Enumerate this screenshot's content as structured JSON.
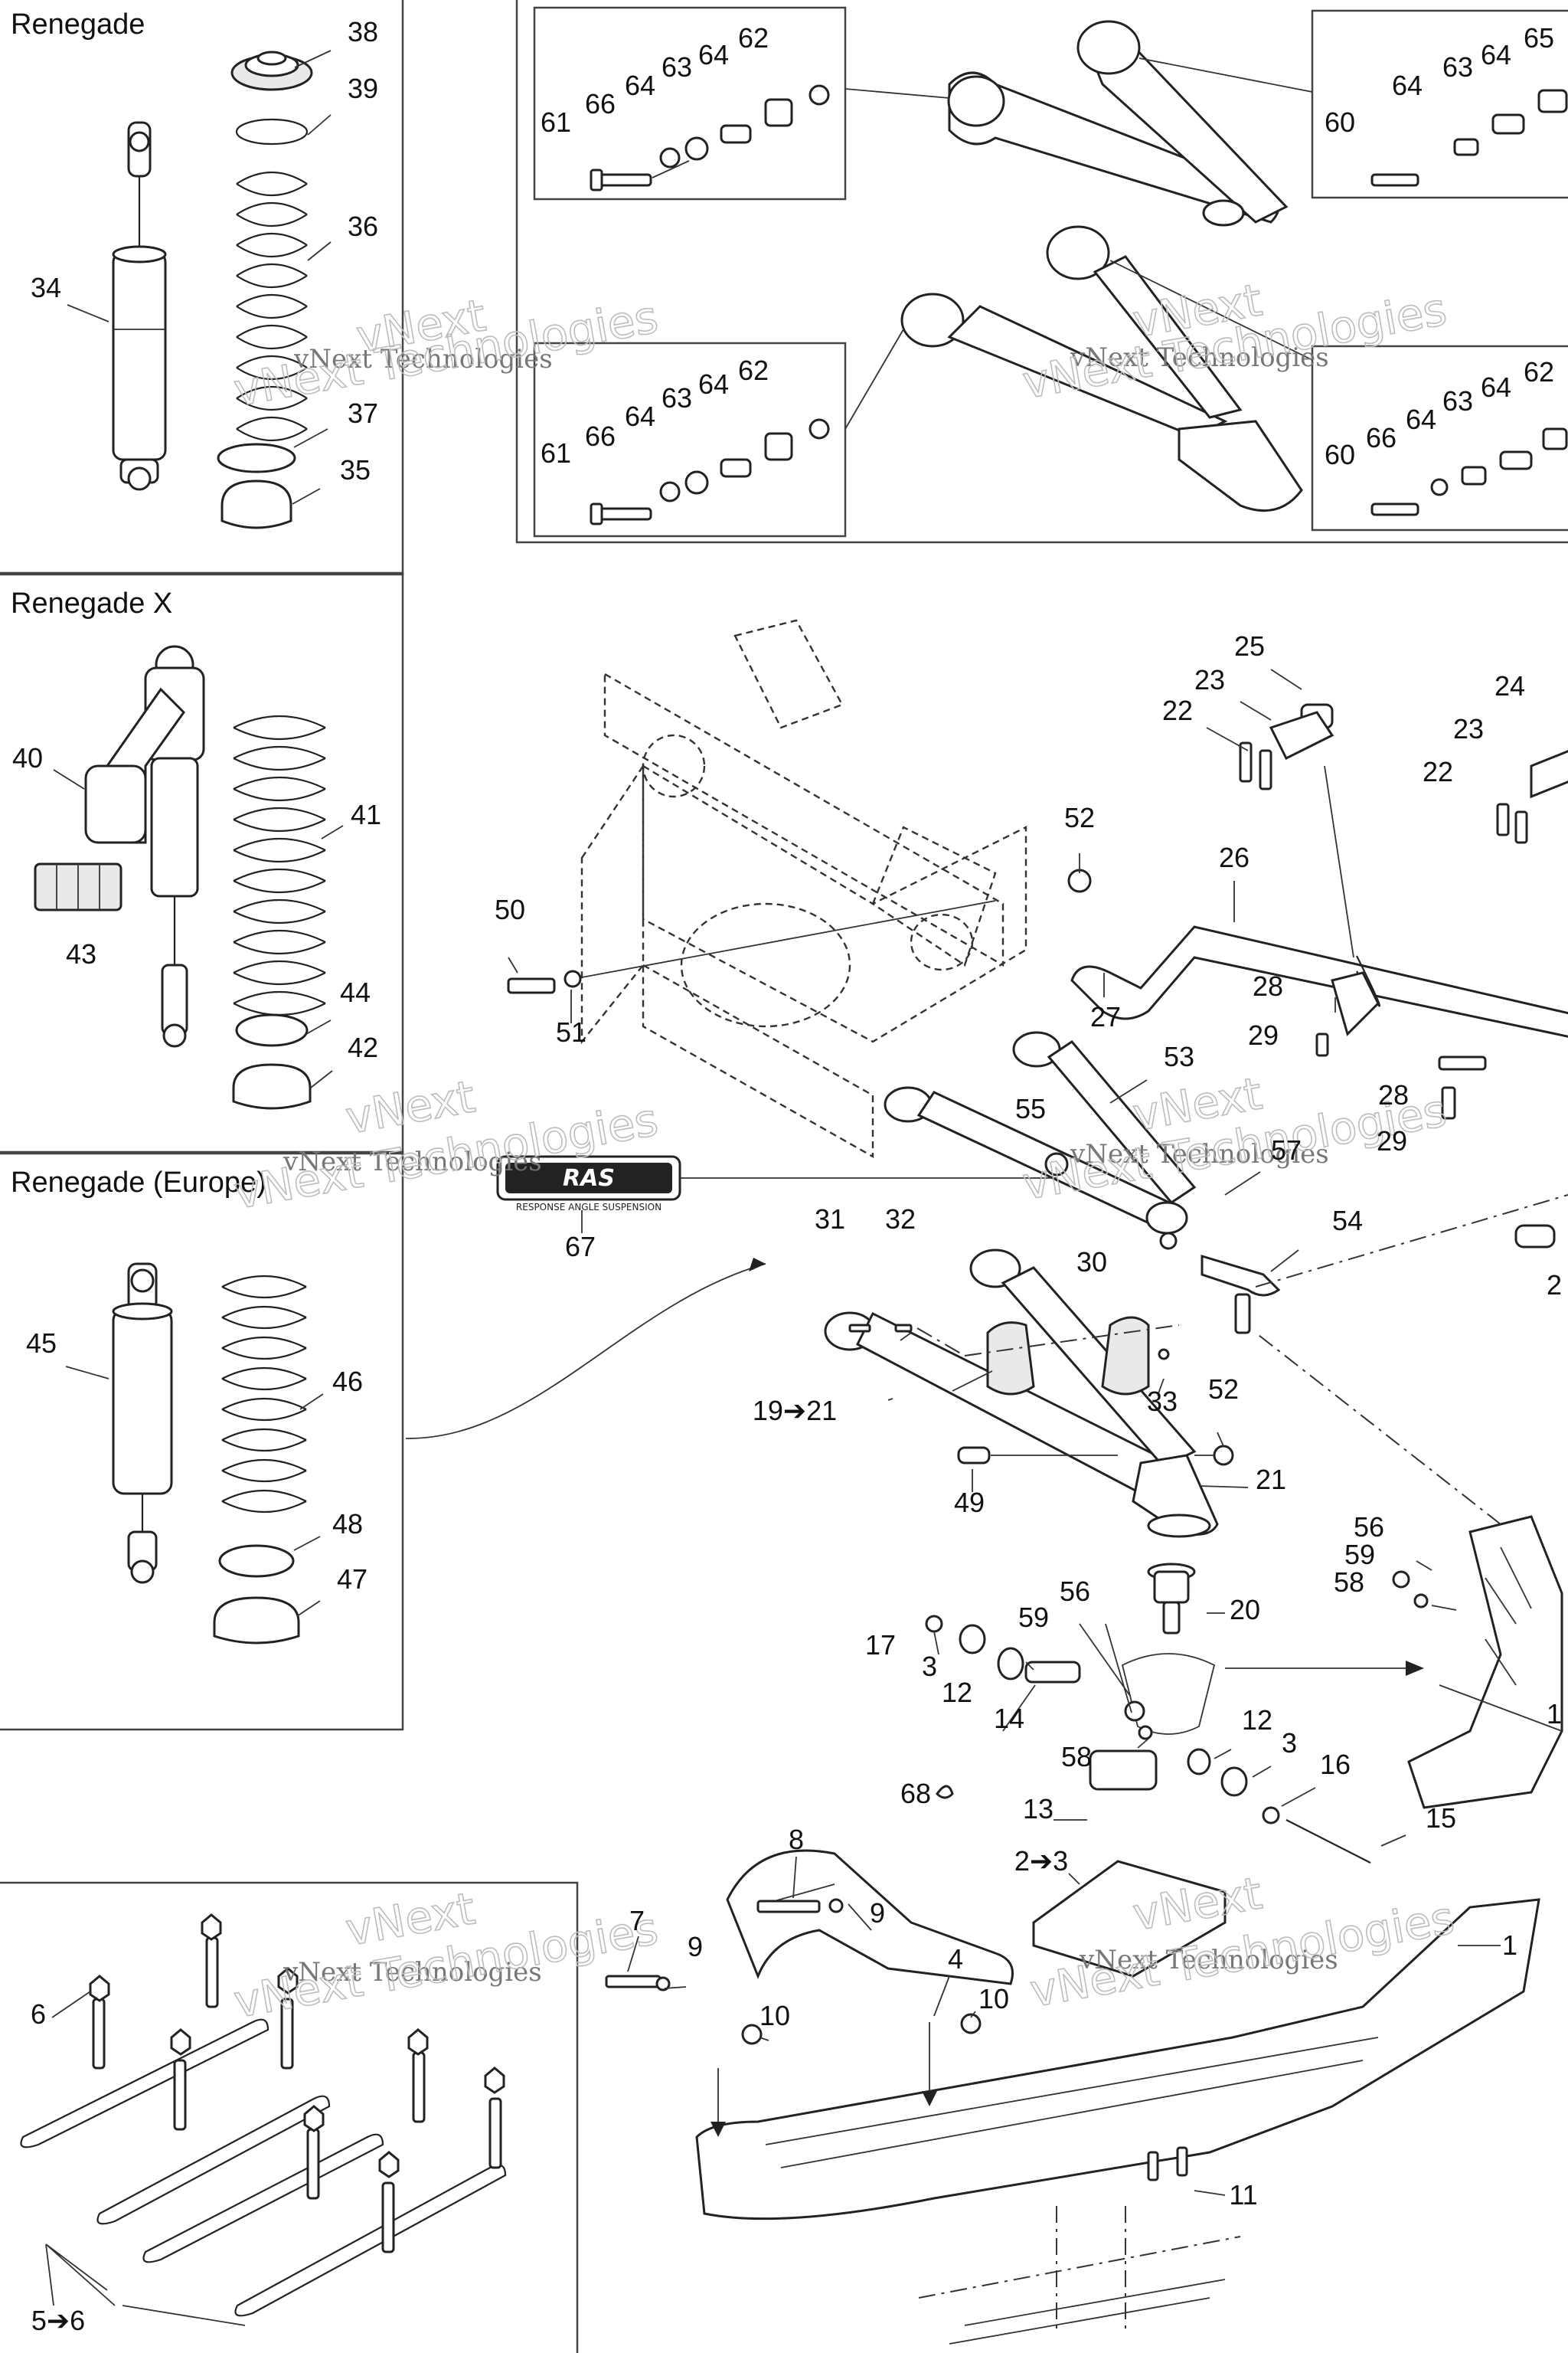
{
  "panels": {
    "renegade": "Renegade",
    "renegade_x": "Renegade X",
    "renegade_europe": "Renegade (Europe)"
  },
  "watermark": {
    "small": "vNext Technologies",
    "large": "vNext Technologies",
    "top": "vNext"
  },
  "logo": {
    "mark": "RAS",
    "tagline": "RESPONSE ANGLE SUSPENSION"
  },
  "callouts": [
    {
      "id": "c38",
      "text": "38"
    },
    {
      "id": "c39",
      "text": "39"
    },
    {
      "id": "c36",
      "text": "36"
    },
    {
      "id": "c34",
      "text": "34"
    },
    {
      "id": "c37",
      "text": "37"
    },
    {
      "id": "c35",
      "text": "35"
    },
    {
      "id": "c40",
      "text": "40"
    },
    {
      "id": "c41",
      "text": "41"
    },
    {
      "id": "c43",
      "text": "43"
    },
    {
      "id": "c44",
      "text": "44"
    },
    {
      "id": "c42",
      "text": "42"
    },
    {
      "id": "c45",
      "text": "45"
    },
    {
      "id": "c46",
      "text": "46"
    },
    {
      "id": "c48",
      "text": "48"
    },
    {
      "id": "c47",
      "text": "47"
    },
    {
      "id": "c67",
      "text": "67"
    },
    {
      "id": "t61",
      "text": "61"
    },
    {
      "id": "t66",
      "text": "66"
    },
    {
      "id": "t64a",
      "text": "64"
    },
    {
      "id": "t63",
      "text": "63"
    },
    {
      "id": "t64b",
      "text": "64"
    },
    {
      "id": "t62",
      "text": "62"
    },
    {
      "id": "u61",
      "text": "61"
    },
    {
      "id": "u66",
      "text": "66"
    },
    {
      "id": "u64a",
      "text": "64"
    },
    {
      "id": "u63",
      "text": "63"
    },
    {
      "id": "u64b",
      "text": "64"
    },
    {
      "id": "u62",
      "text": "62"
    },
    {
      "id": "r60",
      "text": "60"
    },
    {
      "id": "r64a",
      "text": "64"
    },
    {
      "id": "r63",
      "text": "63"
    },
    {
      "id": "r64b",
      "text": "64"
    },
    {
      "id": "r65",
      "text": "65"
    },
    {
      "id": "s60",
      "text": "60"
    },
    {
      "id": "s66",
      "text": "66"
    },
    {
      "id": "s64a",
      "text": "64"
    },
    {
      "id": "s63",
      "text": "63"
    },
    {
      "id": "s64b",
      "text": "64"
    },
    {
      "id": "s62",
      "text": "62"
    },
    {
      "id": "m25",
      "text": "25"
    },
    {
      "id": "m23",
      "text": "23"
    },
    {
      "id": "m22",
      "text": "22"
    },
    {
      "id": "m24",
      "text": "24"
    },
    {
      "id": "m23b",
      "text": "23"
    },
    {
      "id": "m22b",
      "text": "22"
    },
    {
      "id": "m26",
      "text": "26"
    },
    {
      "id": "m52",
      "text": "52"
    },
    {
      "id": "m50",
      "text": "50"
    },
    {
      "id": "m51",
      "text": "51"
    },
    {
      "id": "m27",
      "text": "27"
    },
    {
      "id": "m28",
      "text": "28"
    },
    {
      "id": "m29",
      "text": "29"
    },
    {
      "id": "m28b",
      "text": "28"
    },
    {
      "id": "m29b",
      "text": "29"
    },
    {
      "id": "m53",
      "text": "53"
    },
    {
      "id": "m55",
      "text": "55"
    },
    {
      "id": "m57",
      "text": "57"
    },
    {
      "id": "m54",
      "text": "54"
    },
    {
      "id": "m2",
      "text": "2"
    },
    {
      "id": "m31",
      "text": "31"
    },
    {
      "id": "m32",
      "text": "32"
    },
    {
      "id": "m30",
      "text": "30"
    },
    {
      "id": "m33",
      "text": "33"
    },
    {
      "id": "m1921",
      "text": "19➔21"
    },
    {
      "id": "m52b",
      "text": "52"
    },
    {
      "id": "m49",
      "text": "49"
    },
    {
      "id": "m21",
      "text": "21"
    },
    {
      "id": "m20",
      "text": "20"
    },
    {
      "id": "m56",
      "text": "56"
    },
    {
      "id": "m59",
      "text": "59"
    },
    {
      "id": "m58",
      "text": "58"
    },
    {
      "id": "m1",
      "text": "1"
    },
    {
      "id": "m17",
      "text": "17"
    },
    {
      "id": "m3",
      "text": "3"
    },
    {
      "id": "m12",
      "text": "12"
    },
    {
      "id": "m14",
      "text": "14"
    },
    {
      "id": "m59b",
      "text": "59"
    },
    {
      "id": "m56b",
      "text": "56"
    },
    {
      "id": "m58b",
      "text": "58"
    },
    {
      "id": "m12b",
      "text": "12"
    },
    {
      "id": "m3b",
      "text": "3"
    },
    {
      "id": "m16",
      "text": "16"
    },
    {
      "id": "m68",
      "text": "68"
    },
    {
      "id": "m13",
      "text": "13"
    },
    {
      "id": "m15",
      "text": "15"
    },
    {
      "id": "b8",
      "text": "8"
    },
    {
      "id": "b23",
      "text": "2➔3"
    },
    {
      "id": "b7",
      "text": "7"
    },
    {
      "id": "b9",
      "text": "9"
    },
    {
      "id": "b9b",
      "text": "9"
    },
    {
      "id": "b4",
      "text": "4"
    },
    {
      "id": "b10",
      "text": "10"
    },
    {
      "id": "b10b",
      "text": "10"
    },
    {
      "id": "b1",
      "text": "1"
    },
    {
      "id": "b11",
      "text": "11"
    },
    {
      "id": "b6",
      "text": "6"
    },
    {
      "id": "b56",
      "text": "5➔6"
    }
  ]
}
